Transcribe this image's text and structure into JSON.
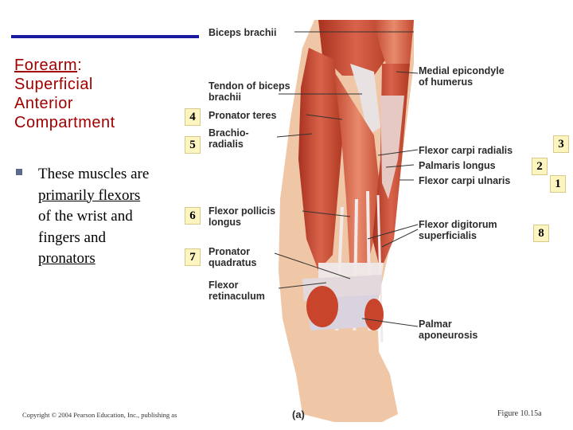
{
  "slide": {
    "title_underlined": "Forearm",
    "title_colon": ":",
    "title_lines": [
      "Superficial",
      "Anterior",
      "Compartment"
    ],
    "bullet": {
      "prefix": "These muscles are",
      "u1": "primarily flexors",
      "mid1": "of the wrist and",
      "mid2": "fingers and",
      "u2": "pronators"
    },
    "copyright": "Copyright © 2004 Pearson Education, Inc., publishing as",
    "figure_ref": "Figure 10.15a",
    "panel_letter": "(a)"
  },
  "labels": {
    "biceps": "Biceps brachii",
    "tendon": "Tendon of biceps\nbrachii",
    "pronator_teres": "Pronator teres",
    "brachioradialis": "Brachio-\nradialis",
    "fpl": "Flexor pollicis\nlongus",
    "pq": "Pronator\nquadratus",
    "retinaculum": "Flexor\nretinaculum",
    "medial_epicondyle": "Medial epicondyle\nof humerus",
    "fcr": "Flexor carpi radialis",
    "pl": "Palmaris longus",
    "fcu": "Flexor carpi ulnaris",
    "fds": "Flexor digitorum\nsuperficialis",
    "palmar": "Palmar\naponeurosis"
  },
  "numbers": {
    "n1": "1",
    "n2": "2",
    "n3": "3",
    "n4": "4",
    "n5": "5",
    "n6": "6",
    "n7": "7",
    "n8": "8"
  },
  "colors": {
    "title": "#a00000",
    "rule": "#1a1aa0",
    "muscle": "#c8452c",
    "tendon": "#ece4e4",
    "skin": "#f0c7a6",
    "number_bg": "#fdf5c0"
  }
}
